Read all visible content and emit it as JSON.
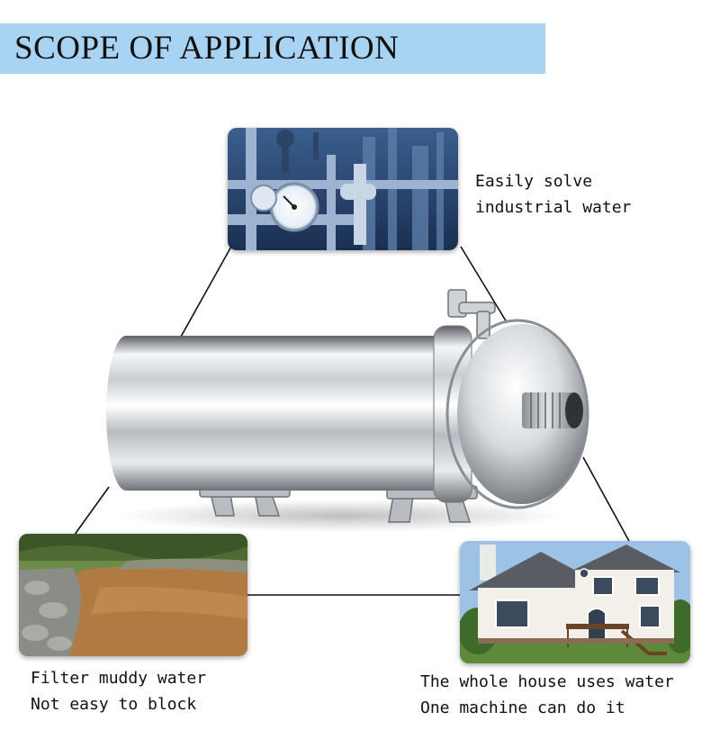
{
  "header": {
    "title": "SCOPE OF APPLICATION"
  },
  "captions": {
    "industrial": {
      "line1": "Easily solve",
      "line2": "industrial water"
    },
    "muddy": {
      "line1": "Filter muddy water",
      "line2": "Not easy to block"
    },
    "house": {
      "line1": "The whole house uses water",
      "line2": "One machine can do it"
    }
  },
  "colors": {
    "title_band": "#a9d3f2",
    "text": "#111111",
    "connector": "#111111"
  },
  "icons": {
    "industrial_photo": "industrial-pipes-gauge-image",
    "muddy_photo": "muddy-stream-image",
    "house_photo": "house-image",
    "product": "stainless-steel-water-filter-image"
  }
}
